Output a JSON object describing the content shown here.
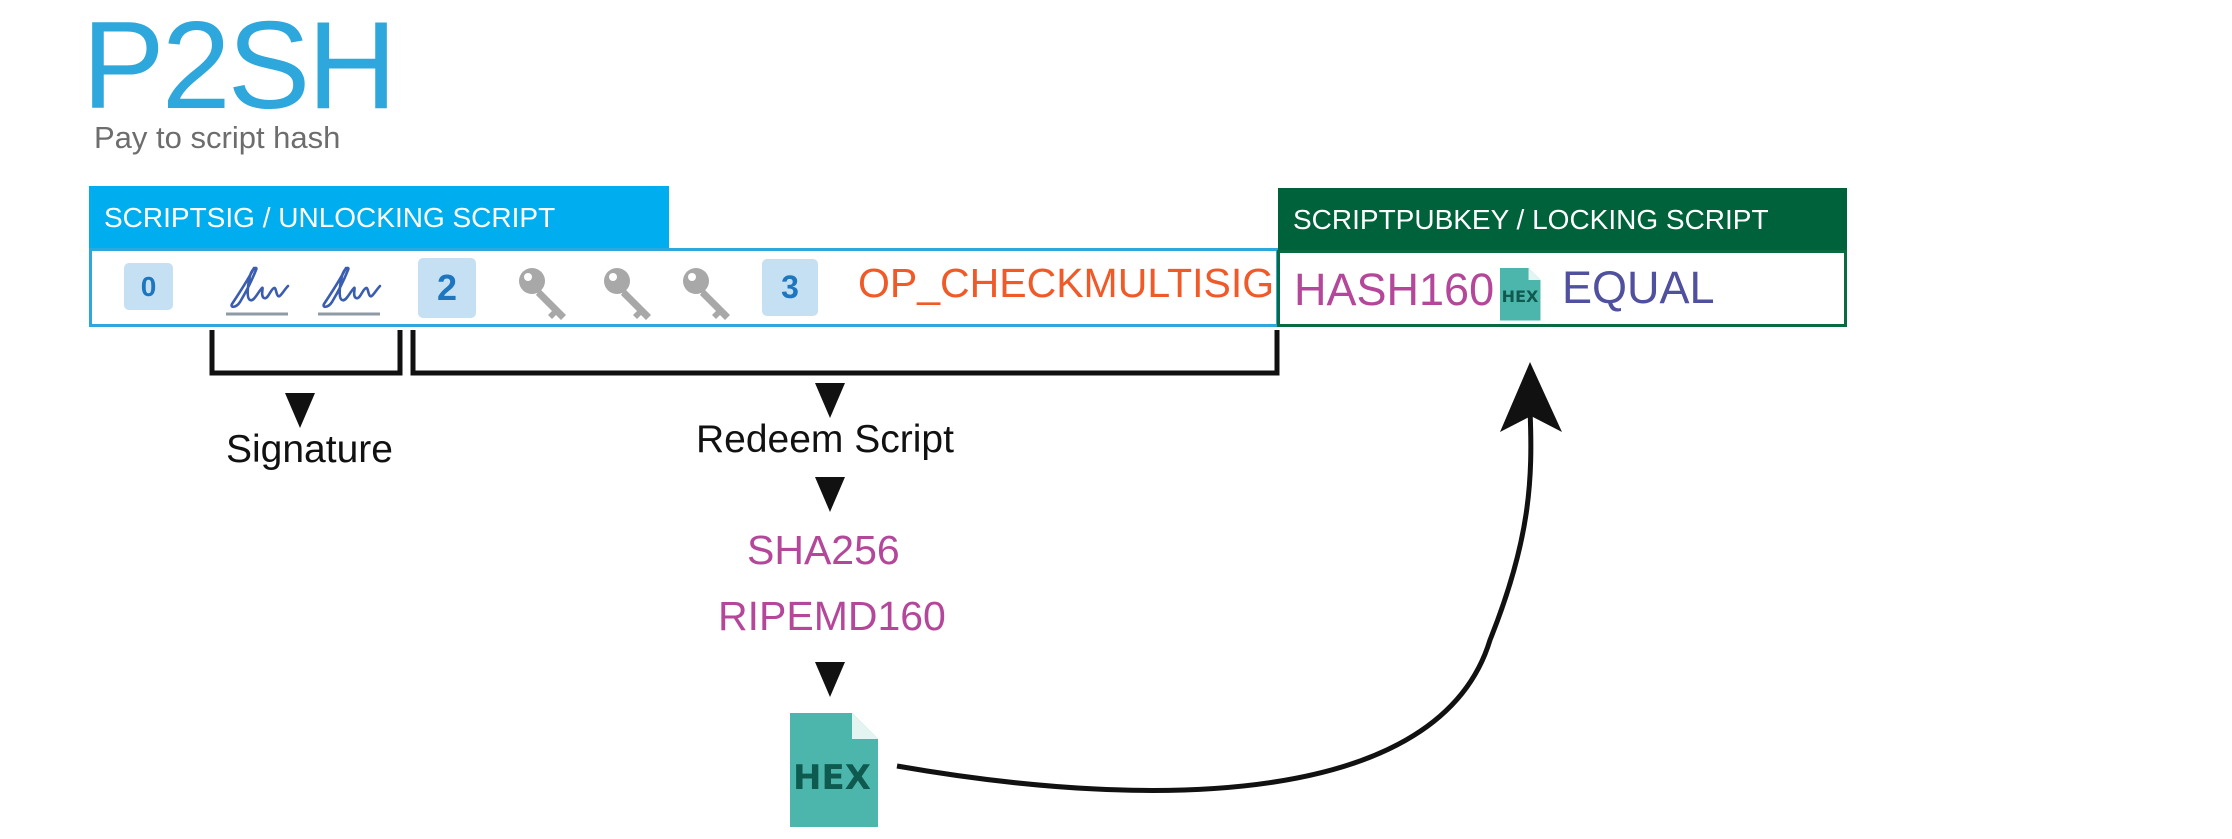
{
  "header": {
    "title": "P2SH",
    "subtitle": "Pay to script hash"
  },
  "scriptsig": {
    "header_label": "SCRIPTSIG / UNLOCKING SCRIPT",
    "items": {
      "op_zero": "0",
      "signature_count": "2",
      "pubkey_count": "3",
      "opcode": "OP_CHECKMULTISIG"
    }
  },
  "scriptpubkey": {
    "header_label": "SCRIPTPUBKEY /  LOCKING SCRIPT",
    "hash_op": "HASH160",
    "hash_icon_label": "HEX",
    "equal_op": "EQUAL"
  },
  "annotations": {
    "signature_label": "Signature",
    "redeem_label": "Redeem Script",
    "hash_functions": [
      "SHA256",
      "RIPEMD160"
    ],
    "hex_icon_label": "HEX"
  },
  "colors": {
    "title_blue": "#2ea7dd",
    "unlock_header_bg": "#00aeef",
    "unlock_border": "#2ea7dd",
    "lock_header_bg": "#00623a",
    "lock_border": "#0a6b40",
    "opcode_orange": "#f05a28",
    "hash_magenta": "#b5479b",
    "equal_purple": "#4f509e",
    "chip_bg": "#c5e0f3",
    "chip_text": "#1e76be",
    "hex_teal": "#4db6ac",
    "hex_text": "#0f5a4f",
    "signature_blue": "#3a5db0",
    "key_grey": "#a8a8a8"
  },
  "icons": {
    "signature": "signature-icon",
    "key": "key-icon",
    "hex_file": "hex-file-icon",
    "arrow": "arrow-down-icon"
  }
}
